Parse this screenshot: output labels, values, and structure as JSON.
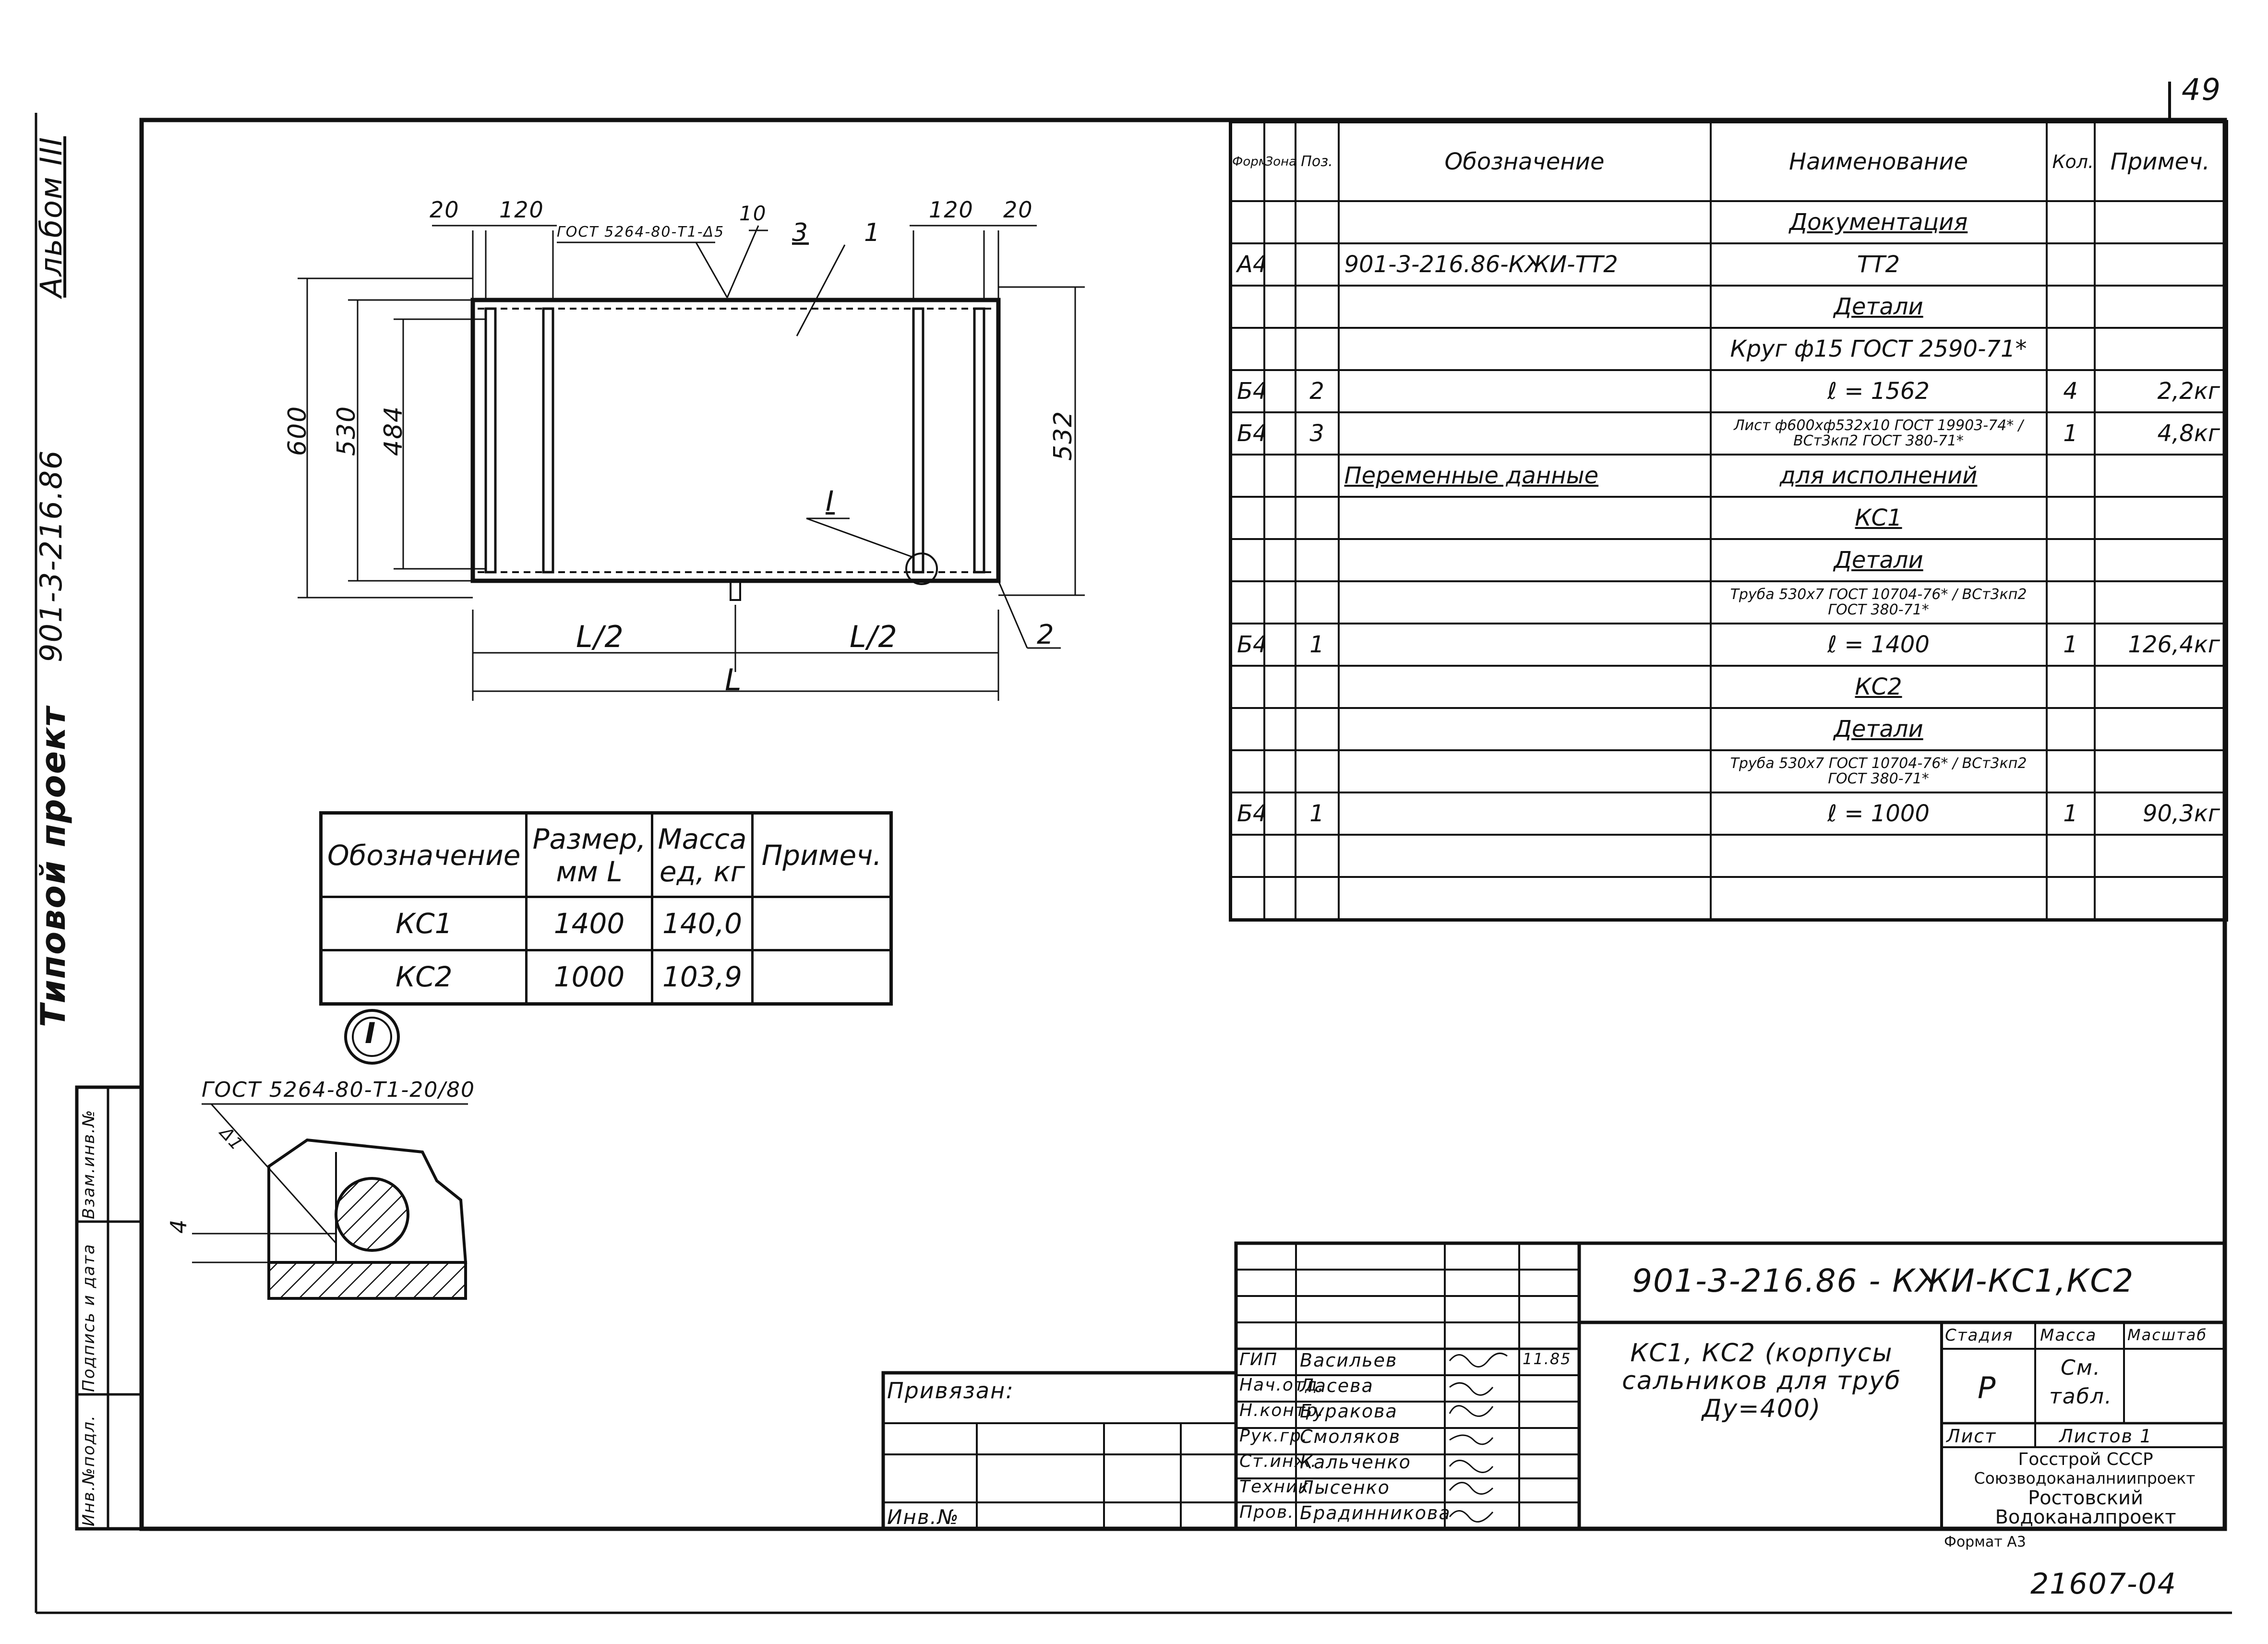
{
  "page_number": "49",
  "margin": {
    "album": "Альбом III",
    "project_code": "901-3-216.86",
    "project_type": "Типовой проект",
    "side_cells": [
      "Инв.№подл.",
      "Подпись и дата",
      "Взам.инв.№"
    ]
  },
  "drawing": {
    "dims_top": [
      "20",
      "120",
      "ГОСТ 5264-80-Т1-Δ5",
      "10",
      "3",
      "1",
      "120",
      "20"
    ],
    "dims_left": [
      "600",
      "530",
      "484"
    ],
    "dim_right": "532",
    "dims_bottom": [
      "L/2",
      "L/2",
      "L"
    ],
    "callouts": [
      "I",
      "2"
    ],
    "detail": {
      "mark": "I",
      "weld": "ГОСТ 5264-80-Т1-20/80",
      "weld_symbol": "Δ1",
      "dim": "4"
    }
  },
  "mass_table": {
    "headers": [
      "Обозначение",
      "Размер, мм L",
      "Масса ед, кг",
      "Примеч."
    ],
    "rows": [
      [
        "КС1",
        "1400",
        "140,0",
        ""
      ],
      [
        "КС2",
        "1000",
        "103,9",
        ""
      ]
    ]
  },
  "spec": {
    "headers": [
      "Формат",
      "Зона",
      "Поз.",
      "Обозначение",
      "Наименование",
      "Кол.",
      "Примеч."
    ],
    "rows": [
      {
        "f": "",
        "z": "",
        "p": "",
        "d": "",
        "n": "Документация",
        "q": "",
        "m": "",
        "ul": true
      },
      {
        "f": "А4",
        "z": "",
        "p": "",
        "d": "901-3-216.86-КЖИ-ТТ2",
        "n": "ТТ2",
        "q": "",
        "m": ""
      },
      {
        "f": "",
        "z": "",
        "p": "",
        "d": "",
        "n": "Детали",
        "q": "",
        "m": "",
        "ul": true
      },
      {
        "f": "",
        "z": "",
        "p": "",
        "d": "",
        "n": "Круг ф15 ГОСТ 2590-71*",
        "q": "",
        "m": ""
      },
      {
        "f": "Б4",
        "z": "",
        "p": "2",
        "d": "",
        "n": "ℓ = 1562",
        "q": "4",
        "m": "2,2кг"
      },
      {
        "f": "Б4",
        "z": "",
        "p": "3",
        "d": "",
        "n": "Лист ф600хф532х10 ГОСТ 19903-74* / ВСт3кп2 ГОСТ 380-71*",
        "q": "1",
        "m": "4,8кг",
        "small": true
      },
      {
        "f": "",
        "z": "",
        "p": "",
        "d": "Переменные данные",
        "n": "для исполнений",
        "q": "",
        "m": "",
        "ul": true
      },
      {
        "f": "",
        "z": "",
        "p": "",
        "d": "",
        "n": "КС1",
        "q": "",
        "m": "",
        "ul": true
      },
      {
        "f": "",
        "z": "",
        "p": "",
        "d": "",
        "n": "Детали",
        "q": "",
        "m": "",
        "ul": true
      },
      {
        "f": "",
        "z": "",
        "p": "",
        "d": "",
        "n": "Труба 530х7 ГОСТ 10704-76* / ВСт3кп2 ГОСТ 380-71*",
        "q": "",
        "m": "",
        "small": true
      },
      {
        "f": "Б4",
        "z": "",
        "p": "1",
        "d": "",
        "n": "ℓ = 1400",
        "q": "1",
        "m": "126,4кг"
      },
      {
        "f": "",
        "z": "",
        "p": "",
        "d": "",
        "n": "КС2",
        "q": "",
        "m": "",
        "ul": true
      },
      {
        "f": "",
        "z": "",
        "p": "",
        "d": "",
        "n": "Детали",
        "q": "",
        "m": "",
        "ul": true
      },
      {
        "f": "",
        "z": "",
        "p": "",
        "d": "",
        "n": "Труба 530х7 ГОСТ 10704-76* / ВСт3кп2 ГОСТ 380-71*",
        "q": "",
        "m": "",
        "small": true
      },
      {
        "f": "Б4",
        "z": "",
        "p": "1",
        "d": "",
        "n": "ℓ = 1000",
        "q": "1",
        "m": "90,3кг"
      },
      {
        "f": "",
        "z": "",
        "p": "",
        "d": "",
        "n": "",
        "q": "",
        "m": ""
      },
      {
        "f": "",
        "z": "",
        "p": "",
        "d": "",
        "n": "",
        "q": "",
        "m": ""
      }
    ]
  },
  "title_block": {
    "code": "901-3-216.86 -   КЖИ-КС1,КС2",
    "title": "КС1, КС2 (корпусы сальников для труб Ду=400)",
    "stage_label": "Стадия",
    "stage": "Р",
    "mass_label": "Масса",
    "mass": "См. табл.",
    "scale_label": "Масштаб",
    "sheet_label": "Лист",
    "sheets_label": "Листов 1",
    "org": [
      "Госстрой СССР",
      "Союзводоканалниипроект",
      "Ростовский",
      "Водоканалпроект"
    ],
    "format": "Формат А3",
    "privyazan": "Привязан:",
    "inv": "Инв.№",
    "roles": [
      {
        "role": "ГИП",
        "name": "Васильев",
        "date": "11.85"
      },
      {
        "role": "Нач.отд.",
        "name": "Ласева",
        "date": ""
      },
      {
        "role": "Н.контр.",
        "name": "Буракова",
        "date": ""
      },
      {
        "role": "Рук.гр.",
        "name": "Смоляков",
        "date": ""
      },
      {
        "role": "Ст.инж.",
        "name": "Кальченко",
        "date": ""
      },
      {
        "role": "Техник",
        "name": "Лысенко",
        "date": ""
      },
      {
        "role": "Пров.",
        "name": "Брадинникова",
        "date": ""
      }
    ]
  },
  "footer_number": "21607-04"
}
